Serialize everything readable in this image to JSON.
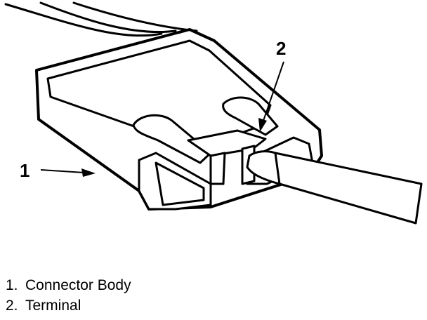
{
  "callouts": [
    {
      "number": "1"
    },
    {
      "number": "2"
    }
  ],
  "legend": [
    {
      "number": "1.",
      "label": "Connector Body"
    },
    {
      "number": "2.",
      "label": "Terminal"
    }
  ],
  "colors": {
    "ink": "#000000",
    "paper": "#ffffff"
  }
}
